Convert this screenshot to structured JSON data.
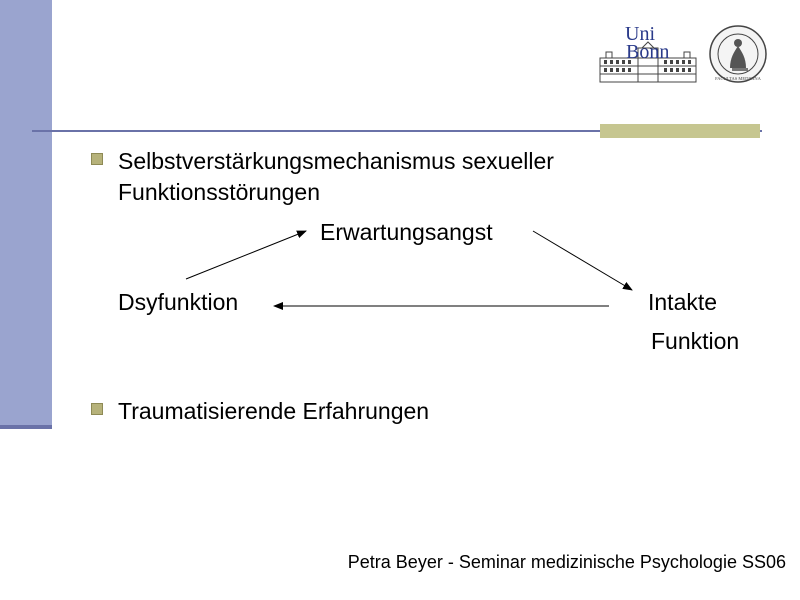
{
  "slide": {
    "bullet1": {
      "line1": "Selbstverstärkungsmechanismus sexueller",
      "line2": "Funktionsstörungen"
    },
    "diagram": {
      "erwartungsangst": "Erwartungsangst",
      "dysfunktion": "Dsyfunktion",
      "intakte": "Intakte",
      "funktion": "Funktion"
    },
    "bullet2": "Traumatisierende Erfahrungen",
    "footer": "Petra Beyer - Seminar medizinische Psychologie SS06"
  },
  "logos": {
    "uni": {
      "line1": "Uni",
      "line2": "Bonn"
    },
    "seal": {
      "text": "FACULTAS MEDICINA"
    }
  },
  "colors": {
    "sidebar": "#9aa4cf",
    "rule": "#6a72a8",
    "olive": "#c6c690",
    "bullet": "#b6b27a"
  }
}
